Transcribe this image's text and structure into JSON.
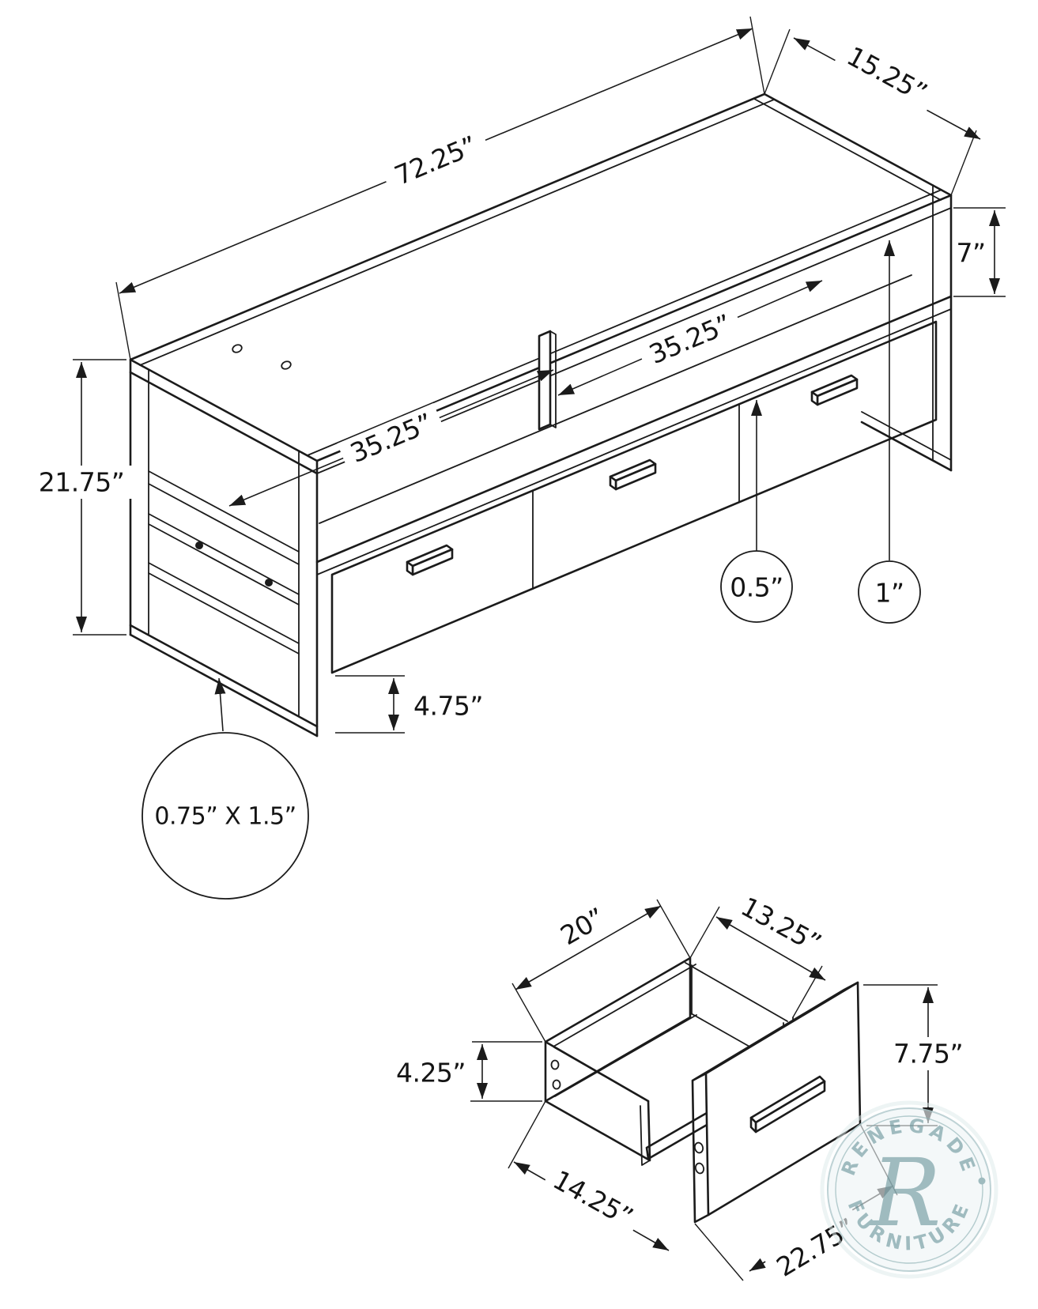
{
  "tv_stand": {
    "view_name": "tv-stand-overall",
    "width": "72.25”",
    "depth": "15.25”",
    "opening_height": "7”",
    "opening_width_right": "35.25”",
    "opening_width_left": "35.25”",
    "total_height": "21.75”",
    "drawer_top_gap": "0.5”",
    "panel_thickness": "1”",
    "bottom_clearance": "4.75”",
    "frame_tube_size": "0.75” X 1.5”"
  },
  "drawer": {
    "view_name": "drawer-detail",
    "side_depth": "20”",
    "inner_width": "13.25”",
    "side_height": "4.25”",
    "front_height": "7.75”",
    "outer_width": "14.25”",
    "front_width": "22.75”"
  },
  "watermark": {
    "brand_top": "RENEGADE",
    "brand_bottom": "FURNITURE",
    "monogram": "R"
  }
}
